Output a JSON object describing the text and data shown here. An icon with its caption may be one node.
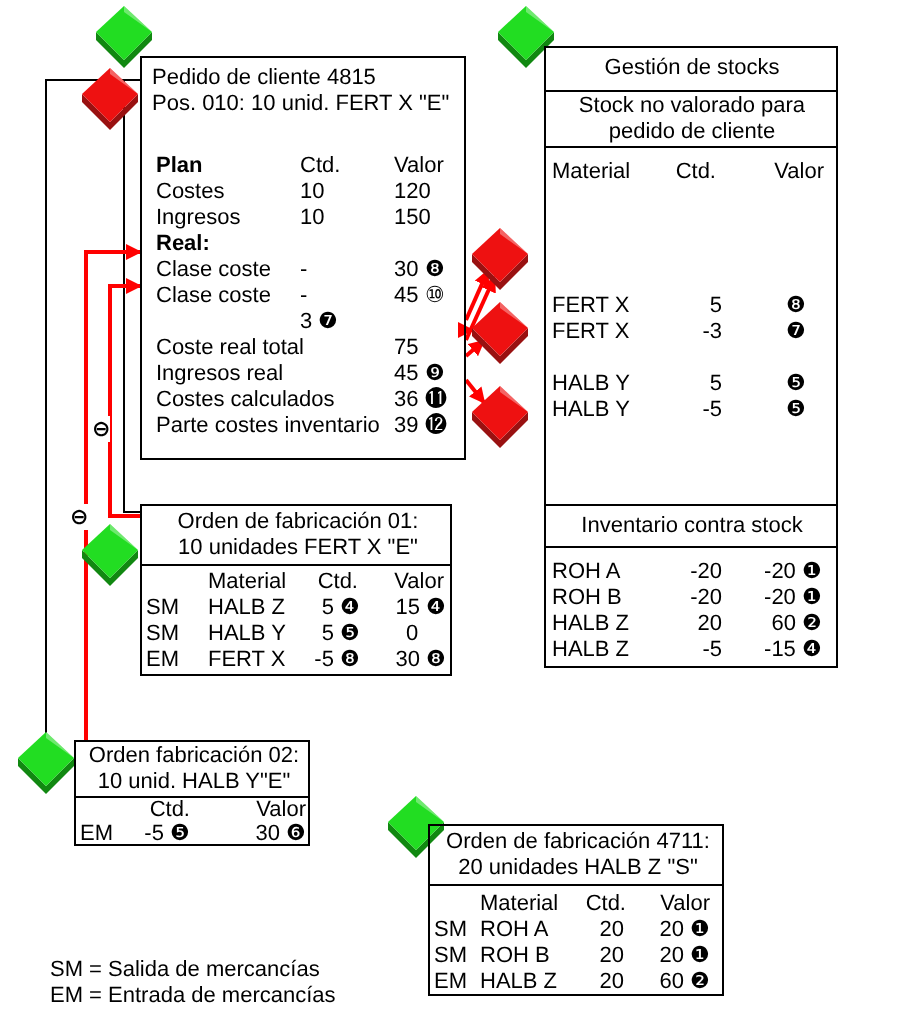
{
  "diagram": {
    "nodes": [
      {
        "text": [],
        "shape": "diamond"
      },
      {
        "text": [],
        "shape": "diamond"
      },
      {
        "text": [
          "Pedido de cliente 4815",
          "Pos. 010: 10 unid. FERT X \"E\"",
          "Plan",
          "Ctd.",
          "Valor",
          "Costes",
          "10",
          "120",
          "Ingresos",
          "10",
          "150",
          "Real:",
          "Clase coste",
          "-",
          "30 ❽",
          "Clase coste",
          "-",
          "45 ⑩",
          "3 ❼",
          "Coste real total",
          "75",
          "Ingresos real",
          "45 ❾",
          "Costes calculados",
          "36 ⓫",
          "Parte costes inventario",
          "39 ⓬"
        ]
      },
      {
        "text": [],
        "shape": "diamond"
      },
      {
        "text": [
          "Gestión de stocks",
          "Stock no valorado para pedido de cliente",
          "Material",
          "Ctd.",
          "Valor",
          "FERT X",
          "5",
          "❽",
          "FERT X",
          "-3",
          "❼",
          "HALB Y",
          "5",
          "❺",
          "HALB Y",
          "-5",
          "❺",
          "Inventario contra stock",
          "ROH A",
          "-20",
          "-20 ❶",
          "ROH B",
          "-20",
          "-20 ❶",
          "HALB Z",
          "20",
          "60 ❷",
          "HALB Z",
          "-5",
          "-15 ❹"
        ]
      },
      {
        "text": [],
        "shape": "diamond"
      },
      {
        "text": [],
        "shape": "diamond"
      },
      {
        "text": [],
        "shape": "diamond"
      },
      {
        "text": [],
        "shape": "diamond"
      },
      {
        "text": [
          "Orden de fabricación 01: 10 unidades FERT X \"E\"",
          "Material",
          "Ctd.",
          "Valor",
          "SM",
          "HALB Z",
          "5 ❹",
          "15 ❹",
          "SM",
          "HALB Y",
          "5 ❺",
          "0",
          "EM",
          "FERT X",
          "-5 ❽",
          "30 ❽"
        ]
      },
      {
        "text": [],
        "shape": "diamond"
      },
      {
        "text": [
          "Orden fabricación 02: 10 unid. HALB Y\"E\"",
          "Ctd.",
          "Valor",
          "EM",
          "-5 ❺",
          "30 ❻"
        ]
      },
      {
        "text": [],
        "shape": "diamond"
      },
      {
        "text": [
          "Orden de fabricación 4711: 20 unidades HALB Z \"S\"",
          "Material",
          "Ctd.",
          "Valor",
          "SM",
          "ROH A",
          "20",
          "20 ❶",
          "SM",
          "ROH B",
          "20",
          "20 ❶",
          "EM",
          "HALB Z",
          "20",
          "60 ❷"
        ]
      }
    ],
    "edges": [
      {
        "from": 9,
        "to": 2,
        "arrow": "none",
        "label": "⊖",
        "color": "#000000"
      },
      {
        "from": 10,
        "to": 2,
        "arrow": "none",
        "label": "⊖",
        "color": "#000000"
      },
      {
        "from": 9,
        "to": 2,
        "arrow": "to"
      },
      {
        "from": 11,
        "to": 2,
        "arrow": "to"
      },
      {
        "from": 2,
        "to": 5,
        "arrow": "to"
      },
      {
        "from": 2,
        "to": 5,
        "arrow": "to"
      },
      {
        "from": 2,
        "to": 6,
        "arrow": "to"
      },
      {
        "from": 2,
        "to": 6,
        "arrow": "to"
      },
      {
        "from": 2,
        "to": 7,
        "arrow": "to"
      }
    ],
    "labels": [
      "SM = Salida de mercancías",
      "EM = Entrada de mercancías"
    ]
  }
}
